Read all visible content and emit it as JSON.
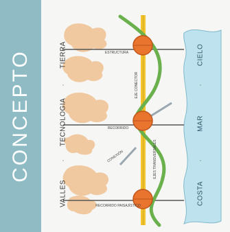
{
  "side_title": "CONCEPTO",
  "left_labels": [
    "TIERRA",
    "TECNOLOGIA",
    "VALLES"
  ],
  "right_labels": [
    "CIELO",
    "MAR",
    "COSTA"
  ],
  "separator_dot": "·",
  "node_labels": [
    "ESTRUCTURA",
    "RECORRIDO",
    "RECORRIDO PAISAJÍSTICO"
  ],
  "vertical_notes": [
    "EJE CONECTOR",
    "EJES TRANSVERSALES"
  ],
  "path_note": "CONEXIÓN",
  "colors": {
    "side_band": "#8fbcc4",
    "water": "#bfe3ee",
    "cloud": "#f0c9a0",
    "green_curve": "#6ab04c",
    "yellow_axis": "#f2c530",
    "node": "#e8742e"
  }
}
